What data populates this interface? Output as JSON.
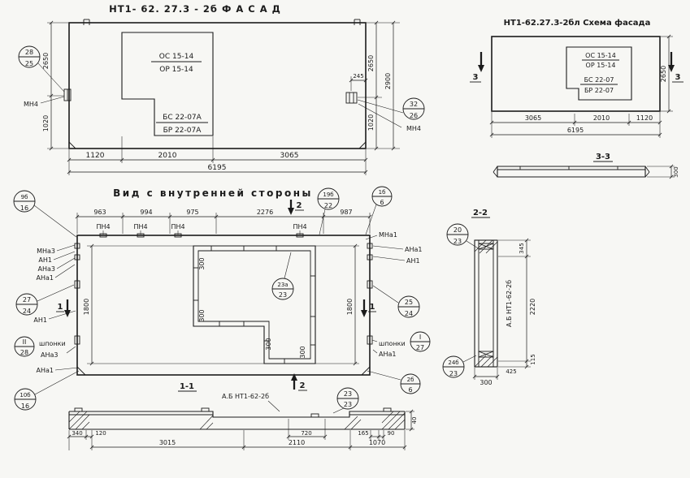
{
  "facade": {
    "title": "НТ1- 62. 27.3 - 2б    Ф А С А Д",
    "os": "ОС 15-14",
    "or": "ОР 15-14",
    "bs": "БС 22-07А",
    "br": "БР 22-07А",
    "mn4": "МН4",
    "co_left_top": "28",
    "co_left_bot": "25",
    "co_right_top": "32",
    "co_right_bot": "26",
    "d245": "245",
    "d2650": "2650",
    "d1020": "1020",
    "d2900": "2900",
    "d1120": "1120",
    "d2010": "2010",
    "d3065": "3065",
    "d6195": "6195"
  },
  "schema": {
    "title": "НТ1-62.27.3-2бл  Схема фасада",
    "os": "ОС 15-14",
    "or": "ОР 15-14",
    "bs": "БС 22-07",
    "br": "БР 22-07",
    "sec3": "3",
    "d2650": "2650",
    "d3065": "3065",
    "d2010": "2010",
    "d1120": "1120",
    "d6195": "6195",
    "s33": "3-3",
    "d300": "300"
  },
  "inner": {
    "title": "Вид с внутренней стороны",
    "d963": "963",
    "d994": "994",
    "d975": "975",
    "d2276": "2276",
    "d987": "987",
    "pn4": "ПН4",
    "co9b_t": "9б",
    "co9b_b": "16",
    "co19b_t": "19б",
    "co19b_b": "22",
    "co1b_t": "1б",
    "co1b_b": "6",
    "mna1": "МНа1",
    "mna3": "МНа3",
    "ana1": "АНа1",
    "ana3": "АНа3",
    "an1": "АН1",
    "co25_t": "25",
    "co25_b": "24",
    "co27_t": "27",
    "co27_b": "24",
    "shponki": "шпонки",
    "coI_t": "I",
    "coI_b": "27",
    "coII_t": "II",
    "coII_b": "28",
    "co2b_t": "2б",
    "co2b_b": "6",
    "co10b_t": "10б",
    "co10b_b": "16",
    "co23a_t": "23а",
    "co23a_b": "23",
    "d300": "300",
    "d1800": "1800",
    "sec1": "1",
    "sec2": "2",
    "ab": "А.Б НТ1-62-2б"
  },
  "s11": {
    "title": "1-1",
    "co23_t": "23",
    "co23_b": "23",
    "d340": "340",
    "d120": "120",
    "d3015": "3015",
    "d2110": "2110",
    "d720": "720",
    "d1070": "1070",
    "d165": "165",
    "d90": "90",
    "d40": "40"
  },
  "s22": {
    "title": "2-2",
    "co20_t": "20",
    "co20_b": "23",
    "co24b_t": "24б",
    "co24b_b": "23",
    "label": "А.Б НТ1-62-2б",
    "d345": "345",
    "d2220": "2220",
    "d115": "115",
    "d300": "300",
    "d425": "425"
  }
}
